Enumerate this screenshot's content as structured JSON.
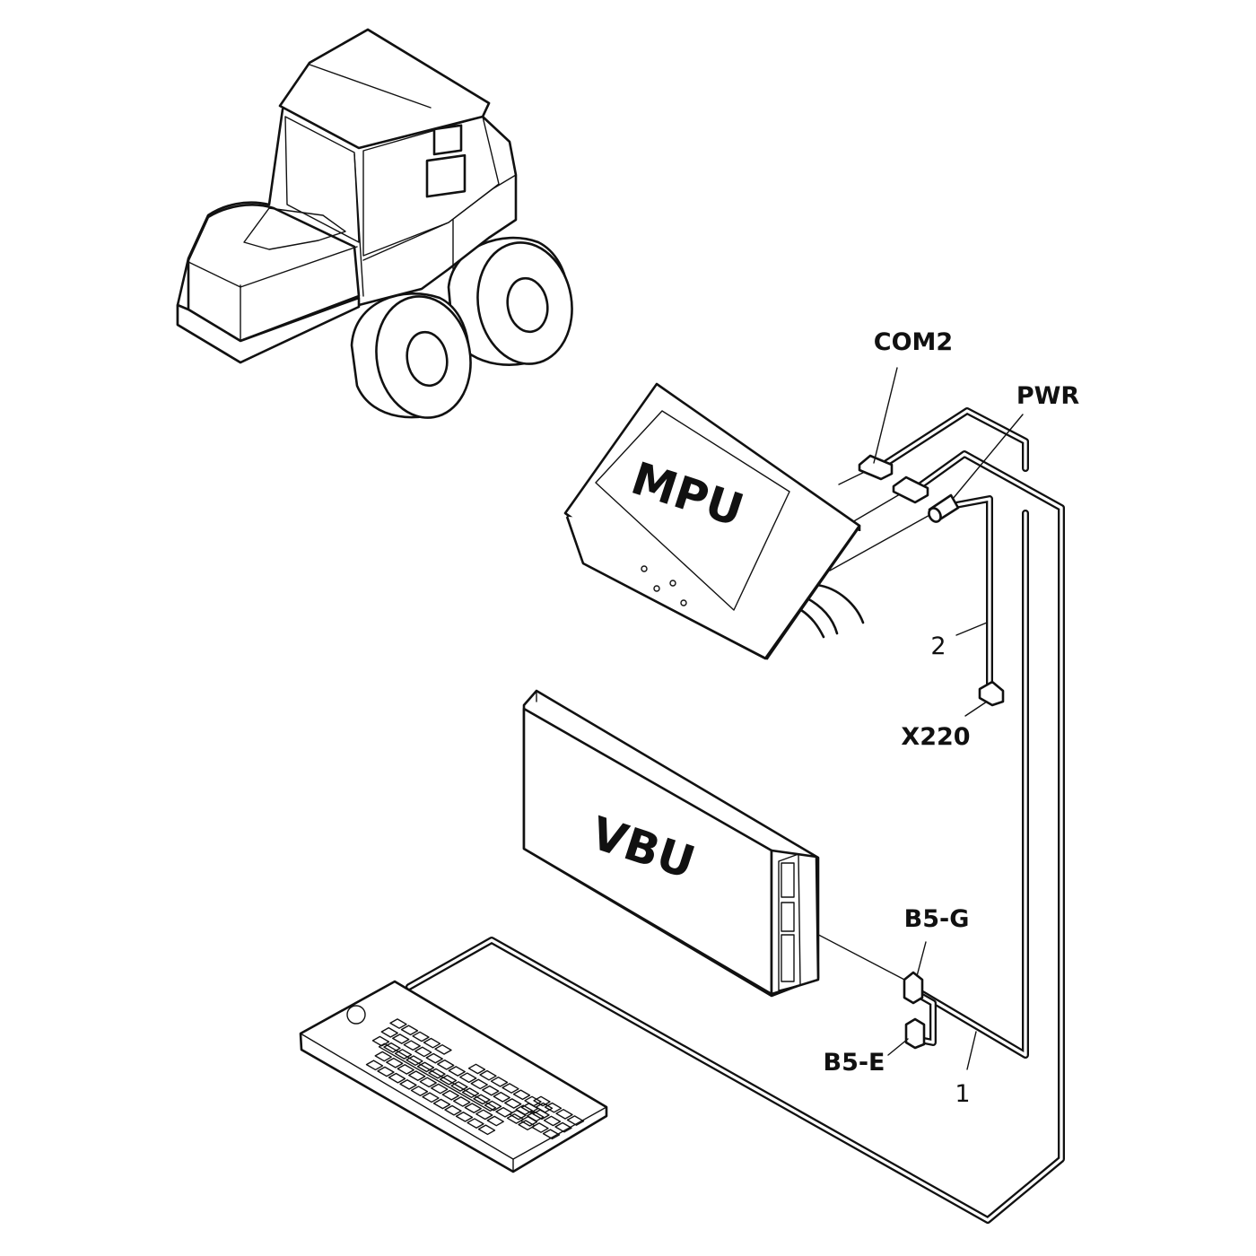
{
  "units": {
    "mpu": "MPU",
    "vbu": "VBU"
  },
  "connectors": {
    "com2": "COM2",
    "pwr": "PWR",
    "x220": "X220",
    "b5g": "B5-G",
    "b5e": "B5-E"
  },
  "cables": {
    "cable_1": "1",
    "cable_2": "2"
  }
}
